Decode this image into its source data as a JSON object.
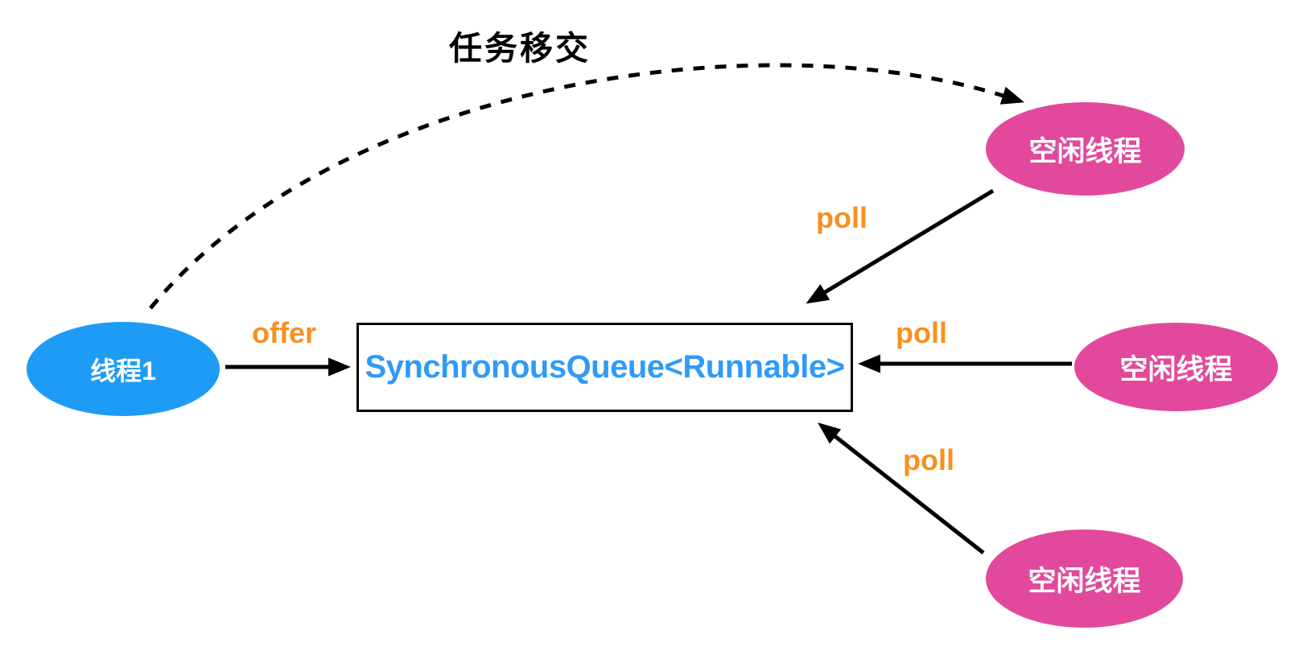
{
  "diagram": {
    "nodes": {
      "thread1": {
        "label": "线程1",
        "fill": "#1E9BF4"
      },
      "queue": {
        "label": "SynchronousQueue<Runnable>",
        "text_color": "#2F9BF6"
      },
      "idle_top": {
        "label": "空闲线程",
        "fill": "#E2499C"
      },
      "idle_middle": {
        "label": "空闲线程",
        "fill": "#E2499C"
      },
      "idle_bottom": {
        "label": "空闲线程",
        "fill": "#E2499C"
      }
    },
    "edges": {
      "handoff": {
        "label": "任务移交",
        "style": "dashed"
      },
      "offer": {
        "label": "offer",
        "label_color": "#F7901E"
      },
      "poll_top": {
        "label": "poll",
        "label_color": "#F7901E"
      },
      "poll_middle": {
        "label": "poll",
        "label_color": "#F7901E"
      },
      "poll_bottom": {
        "label": "poll",
        "label_color": "#F7901E"
      }
    },
    "colors": {
      "arrow": "#000000",
      "background": "#ffffff"
    }
  }
}
